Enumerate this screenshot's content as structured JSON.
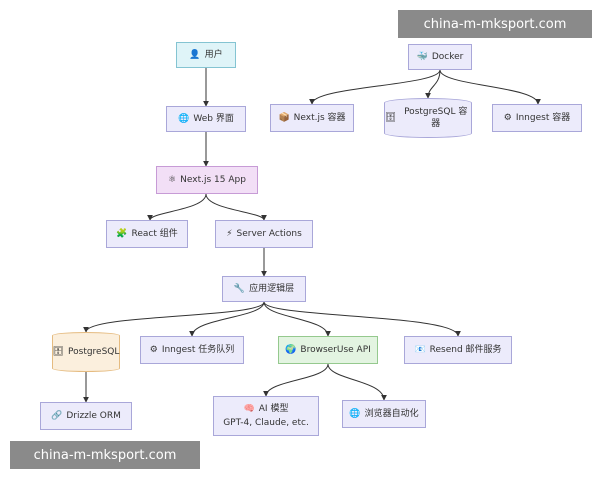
{
  "watermark_top": "china-m-mksport.com",
  "watermark_bottom": "china-m-mksport.com",
  "nodes": {
    "user": {
      "label": "用户",
      "icon": "👤"
    },
    "web": {
      "label": "Web 界面",
      "icon": "🌐"
    },
    "nextjs": {
      "label": "Next.js 15 App",
      "icon": "⚛"
    },
    "react": {
      "label": "React 组件",
      "icon": "🧩"
    },
    "server_actions": {
      "label": "Server Actions",
      "icon": "⚡"
    },
    "app_logic": {
      "label": "应用逻辑层",
      "icon": "🔧"
    },
    "postgres_main": {
      "label": "PostgreSQL",
      "icon": "🗄"
    },
    "inngest_queue": {
      "label": "Inngest 任务队列",
      "icon": "⚙"
    },
    "browseruse_api": {
      "label": "BrowserUse API",
      "icon": "🌍"
    },
    "resend": {
      "label": "Resend 邮件服务",
      "icon": "📧"
    },
    "drizzle": {
      "label": "Drizzle ORM",
      "icon": "🔗"
    },
    "ai_model": {
      "label": "AI 模型",
      "sub": "GPT-4, Claude, etc.",
      "icon": "🧠"
    },
    "browser_auto": {
      "label": "浏览器自动化",
      "icon": "🌐"
    },
    "docker": {
      "label": "Docker",
      "icon": "🐳"
    },
    "nextjs_container": {
      "label": "Next.js 容器",
      "icon": "📦"
    },
    "postgres_container": {
      "label": "PostgreSQL 容器",
      "icon": "🗄"
    },
    "inngest_container": {
      "label": "Inngest 容器",
      "icon": "⚙"
    }
  }
}
